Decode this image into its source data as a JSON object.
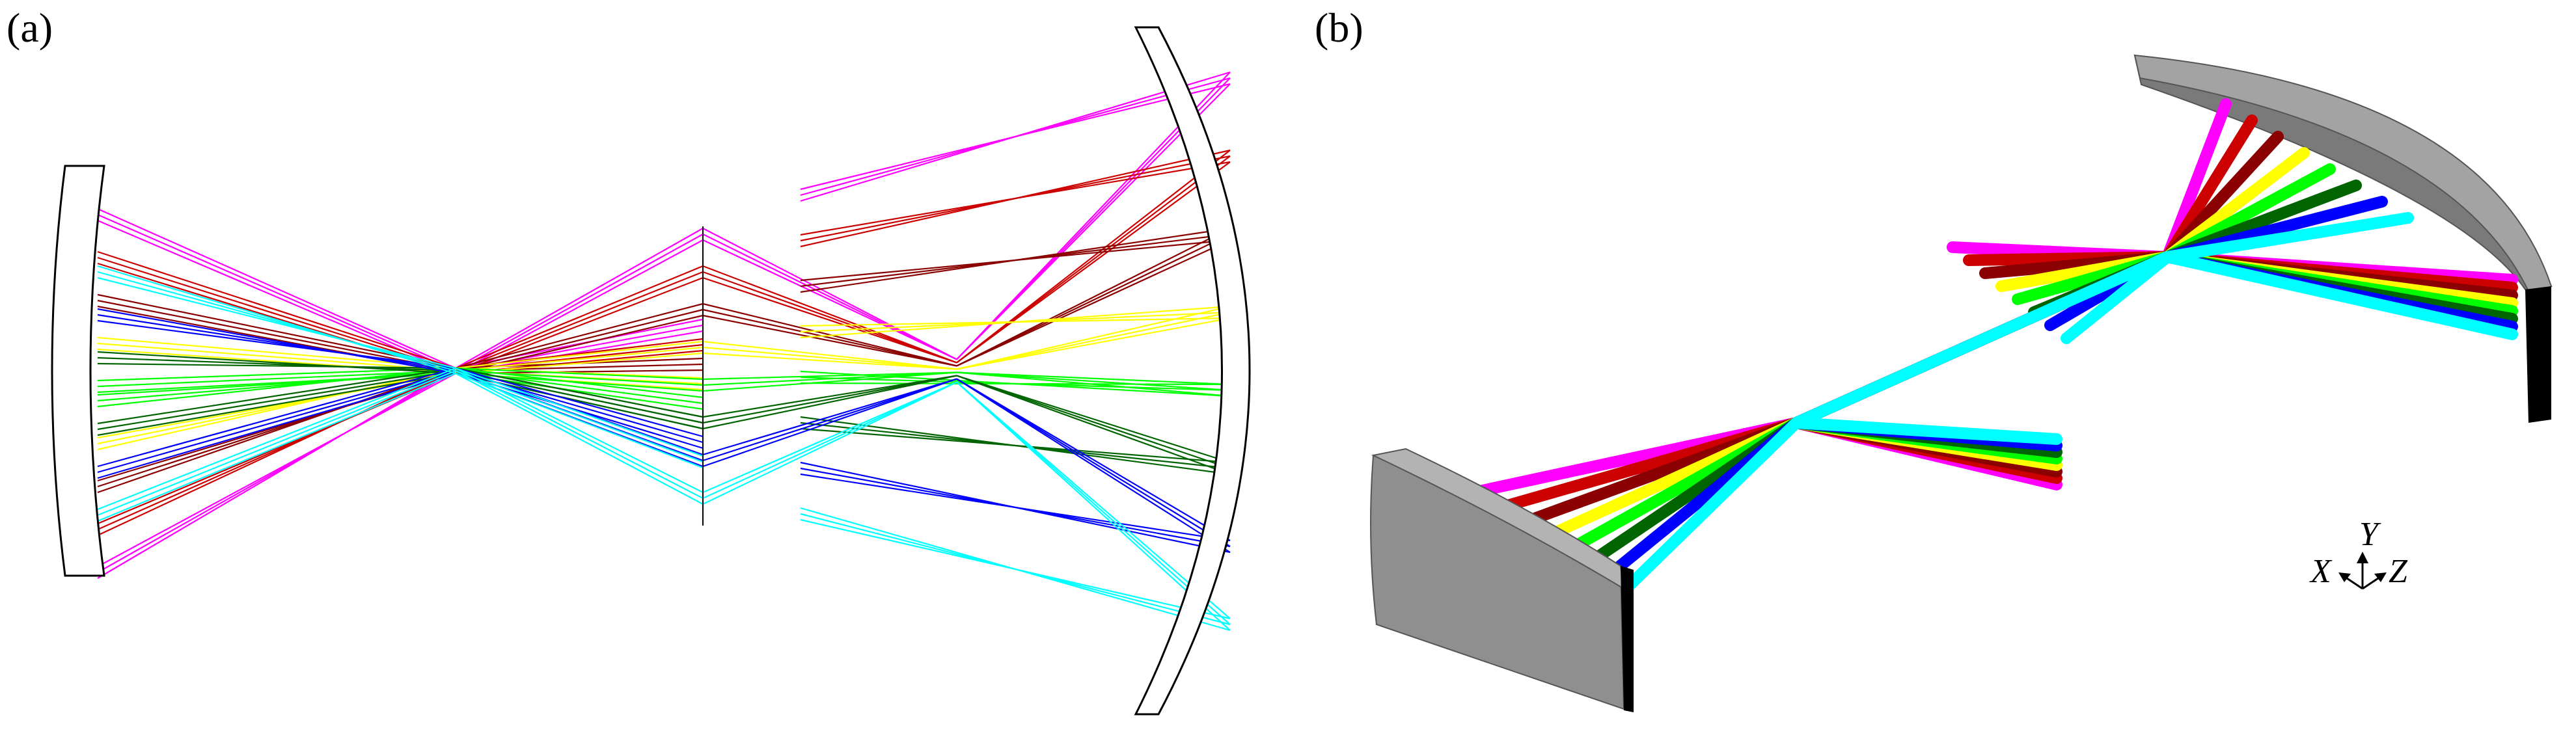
{
  "panels": {
    "a": {
      "label": "(a)"
    },
    "b": {
      "label": "(b)"
    }
  },
  "axes": {
    "x": "X",
    "y": "Y",
    "z": "Z"
  },
  "ray_colors": [
    "#ff00ff",
    "#cc0000",
    "#8b0000",
    "#ffff00",
    "#00ff00",
    "#006400",
    "#0000ff",
    "#00ffff"
  ],
  "mirror_colors": {
    "outline": "#000000",
    "gray": "#8c8c8c",
    "edge": "#000000"
  }
}
